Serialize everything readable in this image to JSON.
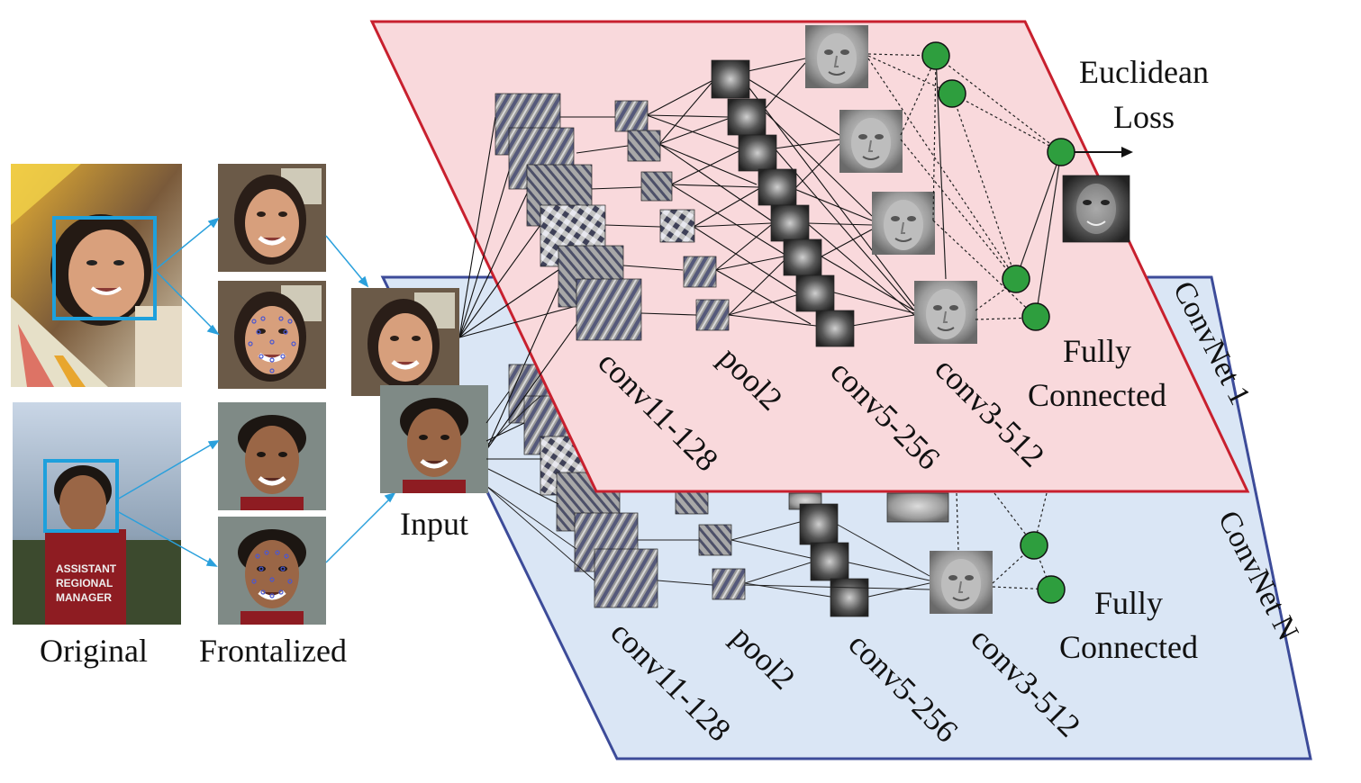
{
  "labels": {
    "original": "Original",
    "frontalized": "Frontalized",
    "input": "Input",
    "euclidean": "Euclidean",
    "loss": "Loss"
  },
  "convnet_1": {
    "name": "ConvNet 1",
    "layers": [
      "conv11-128",
      "pool2",
      "conv5-256",
      "conv3-512"
    ],
    "fc_line1": "Fully",
    "fc_line2": "Connected",
    "color": "#f9d9dc",
    "border": "#c8202e"
  },
  "convnet_n": {
    "name": "ConvNet N",
    "layers": [
      "conv11-128",
      "pool2",
      "conv5-256",
      "conv3-512"
    ],
    "fc_line1": "Fully",
    "fc_line2": "Connected",
    "color": "#dae6f5",
    "border": "#3c4b99"
  },
  "colors": {
    "node": "#2e9e3e",
    "face_box": "#1ea0dc",
    "arrow": "#2aa0dc"
  },
  "icons": {
    "face_photo_1": "woman-face-photo",
    "face_photo_2": "man-face-photo",
    "filter_patch": "gabor-filter-patch",
    "face_filter": "face-feature-filter"
  }
}
